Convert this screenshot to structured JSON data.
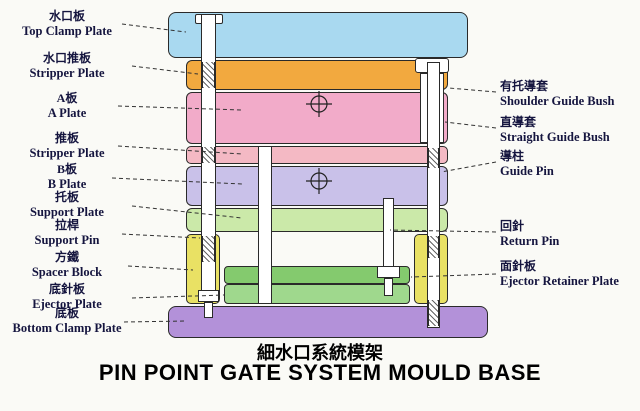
{
  "title": {
    "zh": "細水口系統模架",
    "en": "PIN POINT GATE SYSTEM MOULD BASE"
  },
  "left_labels": [
    {
      "zh": "水口板",
      "en": "Top Clamp Plate"
    },
    {
      "zh": "水口推板",
      "en": "Stripper Plate"
    },
    {
      "zh": "A板",
      "en": "A Plate"
    },
    {
      "zh": "推板",
      "en": "Stripper Plate"
    },
    {
      "zh": "B板",
      "en": "B Plate"
    },
    {
      "zh": "托板",
      "en": "Support Plate"
    },
    {
      "zh": "拉桿",
      "en": "Support Pin"
    },
    {
      "zh": "方鐵",
      "en": "Spacer Block"
    },
    {
      "zh": "底針板",
      "en": "Ejector Plate"
    },
    {
      "zh": "底板",
      "en": "Bottom Clamp Plate"
    }
  ],
  "right_labels": [
    {
      "zh": "有托導套",
      "en": "Shoulder Guide Bush"
    },
    {
      "zh": "直導套",
      "en": "Straight Guide Bush"
    },
    {
      "zh": "導柱",
      "en": "Guide Pin"
    },
    {
      "zh": "回針",
      "en": "Return Pin"
    },
    {
      "zh": "面針板",
      "en": "Ejector Retainer Plate"
    }
  ],
  "colors": {
    "top_clamp": "#a9d9f0",
    "stripper_upper": "#f2a93f",
    "a_plate": "#f2abc9",
    "stripper_lower": "#f4b9c4",
    "b_plate": "#c9c1e9",
    "support": "#cbe9a9",
    "spacer": "#e9e164",
    "ejector_retainer": "#84ca6e",
    "ejector": "#9fd88d",
    "bottom_clamp": "#b391d9",
    "pin_fill": "#ffffff",
    "label_text": "#15153f"
  }
}
